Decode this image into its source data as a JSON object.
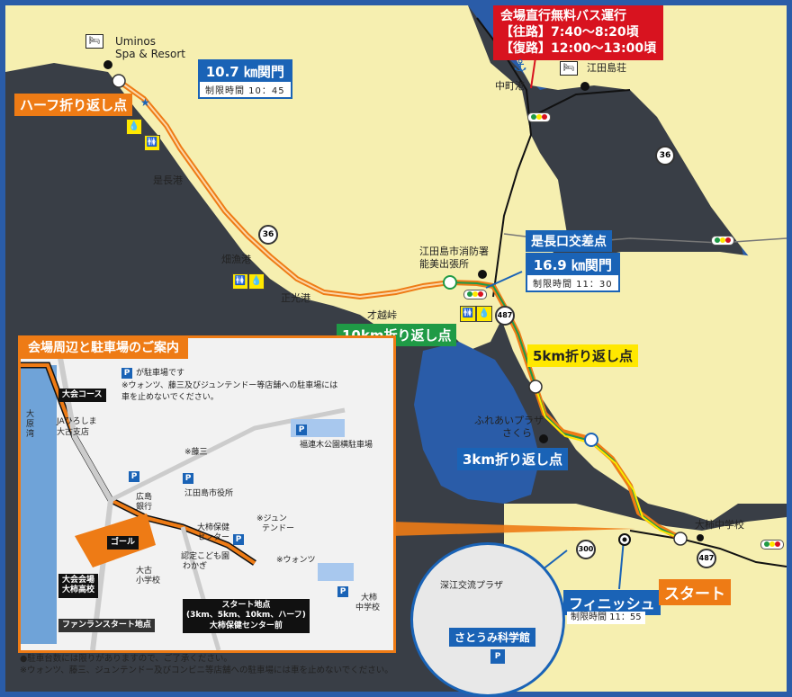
{
  "bus": {
    "line1": "会場直行無料バス運行",
    "line2": "【往路】7:40～8:20頃",
    "line3": "【復路】12:00～13:00頃"
  },
  "places": {
    "resort": "Uminos\nSpa & Resort",
    "etajimaso": "江田島荘",
    "nakamachi": "中町港",
    "korenaga": "是長港",
    "hatamyo": "畑漁港",
    "shoko": "正光港",
    "fire_line1": "江田島市消防署",
    "fire_line2": "能美出張所",
    "saka": "才越峠",
    "fureai_line1": "ふれあいプラザ",
    "fureai_line2": "さくら",
    "ogaki_jhs": "大柿中学校"
  },
  "route_numbers": {
    "r36_north": "36",
    "r36_west": "36",
    "r487_mid": "487",
    "r487_south": "487",
    "r300": "300"
  },
  "checkpoints": {
    "cut1": {
      "distance": "10.7 ㎞関門",
      "limit": "制限時間 10：45"
    },
    "cut2_title": "是長口交差点",
    "cut2": {
      "distance": "16.9 ㎞関門",
      "limit": "制限時間 11：30"
    },
    "finish_limit": "制限時間 11：55"
  },
  "callouts": {
    "half": "ハーフ折り返し点",
    "ten": "10km折り返し点",
    "five": "5km折り返し点",
    "three": "3km折り返し点",
    "finish": "フィニッシュ",
    "start": "スタート"
  },
  "inset": {
    "title": "会場周辺と駐車場のご案内",
    "parking_legend": "が駐車場です",
    "parking_note_line1": "※ウォンツ、藤三及びジュンテンドー等店舗への駐車場には",
    "parking_note_line2": "車を止めないでください。",
    "course": "大会コース",
    "oharawan": "大原湾",
    "ja_line1": "JAひろしま",
    "ja_line2": "大古支店",
    "fujisan": "※藤三",
    "fukudaki": "福連木公園横駐車場",
    "hiroshima_bank_line1": "広島",
    "hiroshima_bank_line2": "銀行",
    "city_office": "江田島市役所",
    "goal": "ゴール",
    "hoken_line1": "大柿保健",
    "hoken_line2": "センター",
    "juntendo_line1": "※ジュン",
    "juntendo_line2": "テンドー",
    "wants": "※ウォンツ",
    "kodomoen_line1": "認定こども園",
    "kodomoen_line2": "わかぎ",
    "ogo_es_line1": "大古",
    "ogo_es_line2": "小学校",
    "venue_line1": "大会会場",
    "venue_line2": "大柿高校",
    "ogaki_jhs_line1": "大柿",
    "ogaki_jhs_line2": "中学校",
    "start_line1": "スタート地点",
    "start_line2": "(3km、5km、10km、ハーフ)",
    "start_line3": "大柿保健センター前",
    "fanrun": "ファンランスタート地点",
    "p": "P"
  },
  "circle": {
    "plaza": "深江交流プラザ",
    "museum": "さとうみ科学館",
    "p": "P"
  },
  "notes": {
    "line1": "●駐車台数には限りがありますので、ご了承ください。",
    "line2": "※ウォンツ、藤三、ジュンテンドー及びコンビニ等店舗への駐車場には車を止めないでください。"
  },
  "colors": {
    "sea": "#2a5ca8",
    "land": "#f6efb0",
    "route_orange": "#ee7b15",
    "route_green": "#1f9a46",
    "route_yellow": "#ffe800",
    "cut_blue": "#1a63b6",
    "bus_red": "#d8131f"
  },
  "icons": [
    "bed-icon",
    "anchor-icon",
    "toilet-icon",
    "water-icon",
    "traffic-light-icon",
    "parking-icon",
    "star-icon"
  ]
}
